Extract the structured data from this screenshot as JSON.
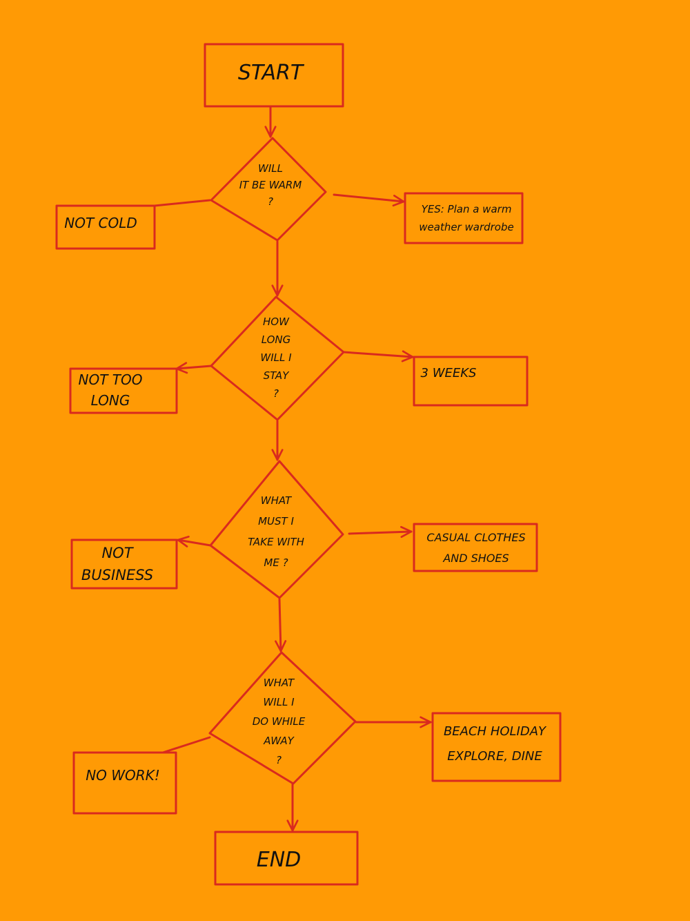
{
  "colors": {
    "background": "#FF9A05",
    "stroke": "#D92A1E",
    "text": "#111111"
  },
  "nodes": {
    "start": {
      "lines": [
        "START"
      ]
    },
    "q1": {
      "lines": [
        "WILL",
        "IT BE WARM",
        "?"
      ]
    },
    "q1_left": {
      "lines": [
        "NOT COLD"
      ]
    },
    "q1_right": {
      "lines": [
        "YES: Plan a warm",
        "weather wardrobe"
      ]
    },
    "q2": {
      "lines": [
        "HOW",
        "LONG",
        "WILL I",
        "STAY",
        "?"
      ]
    },
    "q2_left": {
      "lines": [
        "NOT TOO",
        "LONG"
      ]
    },
    "q2_right": {
      "lines": [
        "3 WEEKS"
      ]
    },
    "q3": {
      "lines": [
        "WHAT",
        "MUST I",
        "TAKE WITH",
        "ME ?"
      ]
    },
    "q3_left": {
      "lines": [
        "NOT",
        "BUSINESS"
      ]
    },
    "q3_right": {
      "lines": [
        "CASUAL CLOTHES",
        "AND SHOES"
      ]
    },
    "q4": {
      "lines": [
        "WHAT",
        "WILL I",
        "DO WHILE",
        "AWAY",
        "?"
      ]
    },
    "q4_left": {
      "lines": [
        "NO WORK!"
      ]
    },
    "q4_right": {
      "lines": [
        "BEACH HOLIDAY",
        "EXPLORE, DINE"
      ]
    },
    "end": {
      "lines": [
        "END"
      ]
    }
  }
}
